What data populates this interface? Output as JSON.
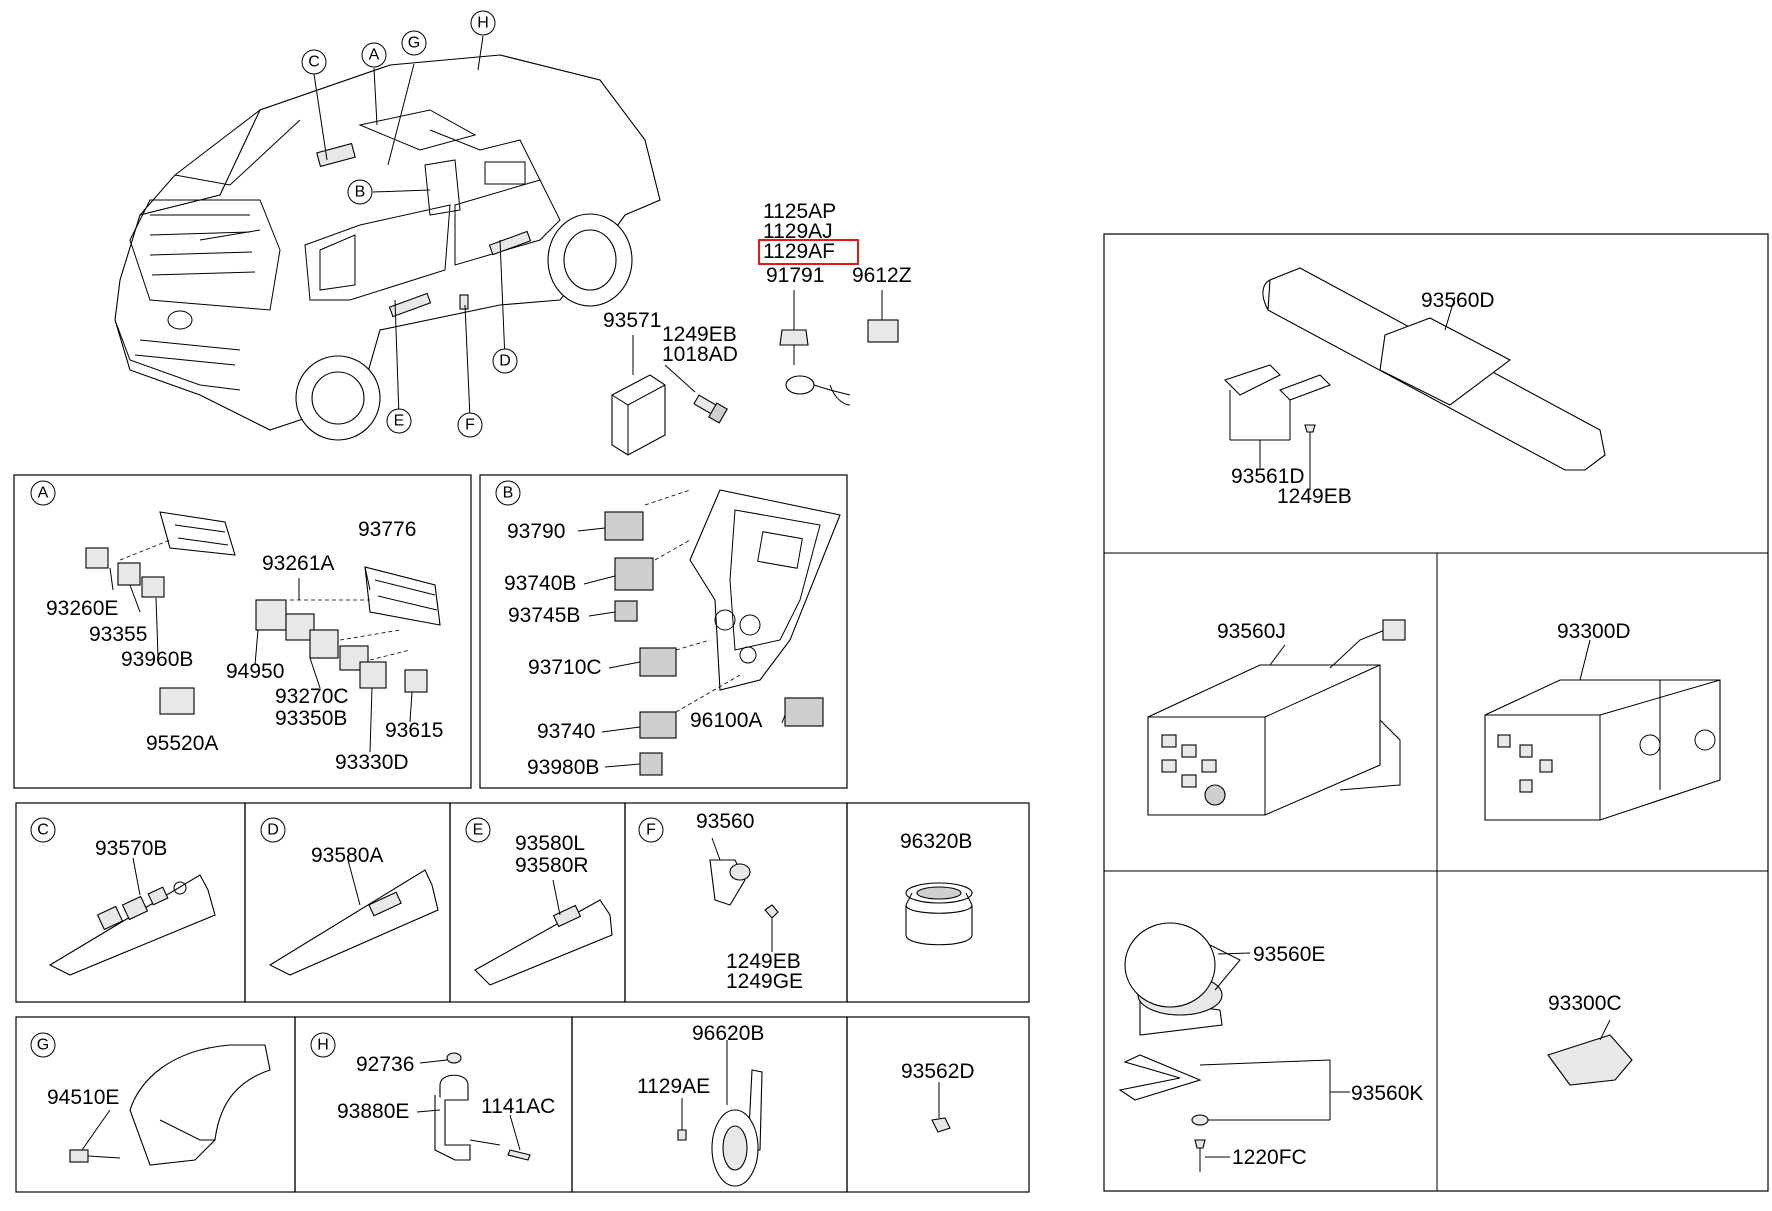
{
  "section_letters": [
    "A",
    "B",
    "C",
    "D",
    "E",
    "F",
    "G",
    "H"
  ],
  "vehicle_callouts": [
    "A",
    "B",
    "C",
    "D",
    "E",
    "F",
    "G",
    "H"
  ],
  "top_parts": {
    "fasteners": [
      "1125AP",
      "1129AJ",
      "1129AF",
      "91791"
    ],
    "highlighted": "1129AF",
    "relay": "9612Z",
    "module": "93571",
    "module_bolts": [
      "1249EB",
      "1018AD"
    ]
  },
  "section_A": [
    "93776",
    "93261A",
    "93260E",
    "93355",
    "93960B",
    "94950",
    "93270C",
    "93350B",
    "93615",
    "93330D",
    "95520A"
  ],
  "section_B": [
    "93790",
    "93740B",
    "93745B",
    "93710C",
    "93740",
    "96100A",
    "93980B"
  ],
  "section_C": [
    "93570B"
  ],
  "section_D": [
    "93580A"
  ],
  "section_E": [
    "93580L",
    "93580R"
  ],
  "section_F": [
    "93560",
    "1249EB",
    "1249GE"
  ],
  "cell_96320B": [
    "96320B"
  ],
  "section_G": [
    "94510E"
  ],
  "section_H": [
    "92736",
    "93880E",
    "1141AC"
  ],
  "cell_horn": [
    "96620B",
    "1129AE"
  ],
  "cell_93562D": [
    "93562D"
  ],
  "right_panel": {
    "light_bar": [
      "93560D",
      "93561D",
      "1249EB"
    ],
    "unit_j": [
      "93560J"
    ],
    "unit_d": [
      "93300D"
    ],
    "lamp": [
      "93560E",
      "93560K",
      "1220FC"
    ],
    "cap": [
      "93300C"
    ]
  }
}
